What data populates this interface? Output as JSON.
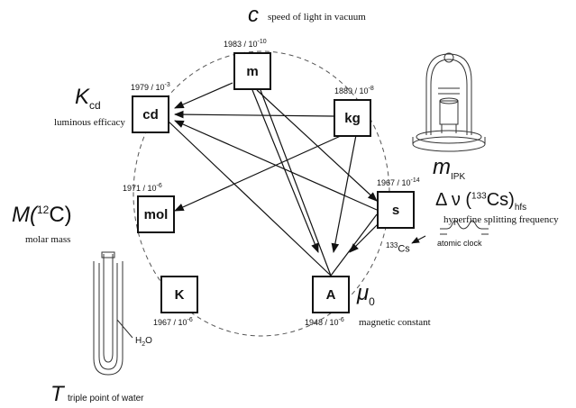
{
  "units": {
    "m": {
      "label": "m",
      "note": "1983 / 10",
      "exp": "-10"
    },
    "kg": {
      "label": "kg",
      "note": "1889 / 10",
      "exp": "-8"
    },
    "s": {
      "label": "s",
      "note": "1967 / 10",
      "exp": "-14"
    },
    "A": {
      "label": "A",
      "note": "1948 / 10",
      "exp": "-6"
    },
    "K": {
      "label": "K",
      "note": "1967 / 10",
      "exp": "-6"
    },
    "mol": {
      "label": "mol",
      "note": "1971 / 10",
      "exp": "-6"
    },
    "cd": {
      "label": "cd",
      "note": "1979 / 10",
      "exp": "-3"
    }
  },
  "constants": {
    "c": {
      "symbol": "c",
      "desc": "speed of light in vacuum"
    },
    "kcd": {
      "symbol": "K",
      "sub": "cd",
      "desc": "luminous efficacy"
    },
    "mipk": {
      "symbol": "m",
      "sub": "IPK"
    },
    "cs": {
      "prefix": "Δ ν (",
      "sup": "133",
      "mid": "Cs)",
      "sub": "hfs",
      "desc": "hyperfine splitting frequency",
      "isotope_sup": "133",
      "isotope": "Cs",
      "clock": "atomic clock"
    },
    "mu0": {
      "symbol": "μ",
      "sub": "0",
      "desc": "magnetic constant"
    },
    "m12c": {
      "prefix": "M(",
      "sup": "12",
      "rest": "C)",
      "desc": "molar mass"
    },
    "t": {
      "symbol": "T",
      "desc": "triple point of water",
      "water_h": "H",
      "water_sub": "2",
      "water_o": "O"
    }
  },
  "colors": {
    "ink": "#111111",
    "circle": "#555555"
  }
}
